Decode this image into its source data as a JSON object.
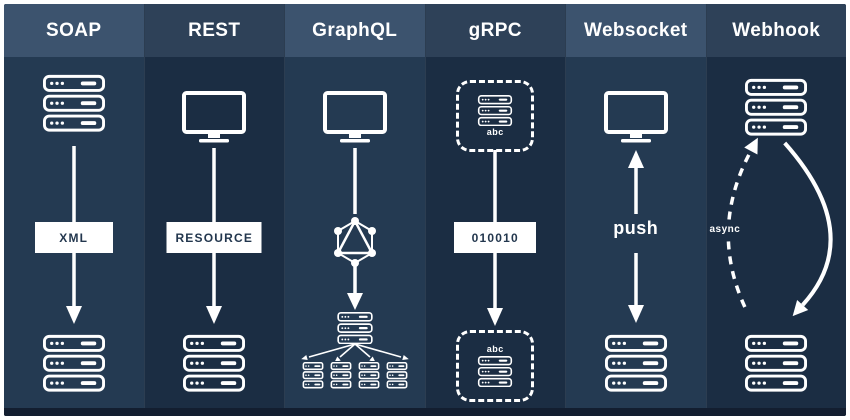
{
  "diagram_type": "api-protocols-comparison",
  "colors": {
    "header_odd": "#3c536e",
    "header_even": "#2e4158",
    "body_odd": "#243a52",
    "body_even": "#1b2d43",
    "footer_strip": "#131e30",
    "outer_border": "#ffffff",
    "icon_stroke": "#ffffff",
    "label_box_bg": "#ffffff",
    "label_box_text": "#23374e"
  },
  "icons": {
    "server_stack": "server-stack-icon",
    "monitor": "monitor-icon",
    "graphql_logo": "graphql-hexagram-icon",
    "dashed_box": "dashed-protobuf-box",
    "arrow_down": "arrow-down",
    "arrow_bidirectional": "arrow-up-down",
    "curve_solid": "curved-arrow-solid",
    "curve_dashed": "curved-arrow-dashed"
  },
  "columns": [
    {
      "id": "soap",
      "title": "SOAP",
      "flow_label": "XML"
    },
    {
      "id": "rest",
      "title": "REST",
      "flow_label": "RESOURCE"
    },
    {
      "id": "graphql",
      "title": "GraphQL"
    },
    {
      "id": "grpc",
      "title": "gRPC",
      "flow_label": "010010",
      "top_box_label": "abc",
      "bottom_box_label": "abc"
    },
    {
      "id": "websocket",
      "title": "Websocket",
      "flow_label": "push"
    },
    {
      "id": "webhook",
      "title": "Webhook",
      "flow_label": "async"
    }
  ]
}
